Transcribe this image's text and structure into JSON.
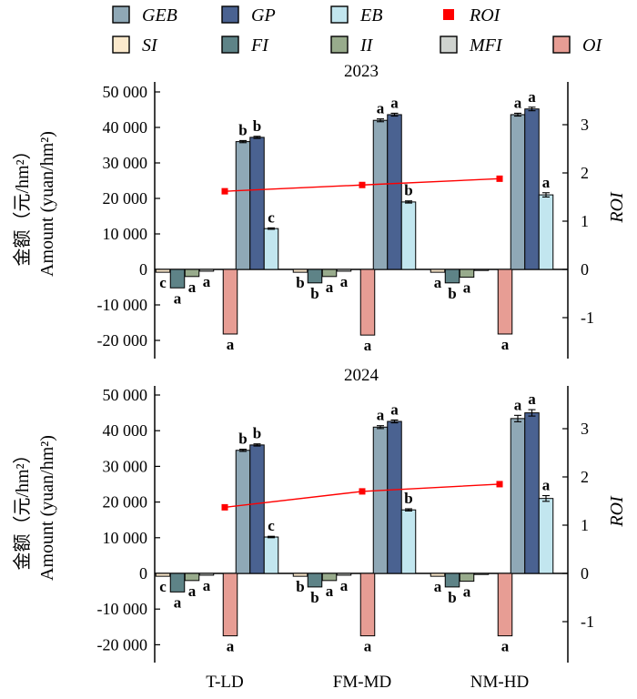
{
  "legend": [
    {
      "key": "GEB",
      "label": "GEB",
      "color": "#8fa8b6",
      "marker": "square"
    },
    {
      "key": "GP",
      "label": "GP",
      "color": "#4a6291",
      "marker": "square"
    },
    {
      "key": "EB",
      "label": "EB",
      "color": "#c2e6ef",
      "marker": "square"
    },
    {
      "key": "ROI",
      "label": "ROI",
      "color": "#ff0000",
      "marker": "point"
    },
    {
      "key": "SI",
      "label": "SI",
      "color": "#fbe9cc",
      "marker": "square"
    },
    {
      "key": "FI",
      "label": "FI",
      "color": "#5e8387",
      "marker": "square"
    },
    {
      "key": "II",
      "label": "II",
      "color": "#98ab8c",
      "marker": "square"
    },
    {
      "key": "MFI",
      "label": "MFI",
      "color": "#cfd3cf",
      "marker": "square"
    },
    {
      "key": "OI",
      "label": "OI",
      "color": "#e79d94",
      "marker": "square"
    }
  ],
  "chart_data": [
    {
      "type": "bar",
      "title": "2023",
      "ylabel_cn": "金额（元/hm²）",
      "ylabel_en": "Amount (yuan/hm²)",
      "y2label": "ROI",
      "ylim": [
        -25000,
        52000
      ],
      "y2lim": [
        -1.85,
        3.85
      ],
      "yticks": [
        -20000,
        -10000,
        0,
        10000,
        20000,
        30000,
        40000,
        50000
      ],
      "yticklabels": [
        "-20 000",
        "-10 000",
        "0",
        "10 000",
        "20 000",
        "30 000",
        "40 000",
        "50 000"
      ],
      "y2ticks": [
        -1,
        0,
        1,
        2,
        3
      ],
      "y2ticklabels": [
        "-1",
        "0",
        "1",
        "2",
        "3"
      ],
      "categories": [
        "T-LD",
        "FM-MD",
        "NM-HD"
      ],
      "series": [
        {
          "name": "SI",
          "values": [
            -800,
            -800,
            -800
          ],
          "letters": [
            "c",
            "b",
            "a"
          ]
        },
        {
          "name": "FI",
          "values": [
            -5200,
            -3800,
            -3800
          ],
          "letters": [
            "a",
            "b",
            "b"
          ]
        },
        {
          "name": "II",
          "values": [
            -2000,
            -2000,
            -2200
          ],
          "letters": [
            "a",
            "a",
            "a"
          ]
        },
        {
          "name": "MFI",
          "values": [
            -500,
            -500,
            -300
          ],
          "letters": [
            "a",
            "a",
            ""
          ]
        },
        {
          "name": "OI",
          "values": [
            -18200,
            -18500,
            -18200
          ],
          "letters": [
            "a",
            "a",
            "a"
          ]
        },
        {
          "name": "GEB",
          "values": [
            36000,
            42000,
            43600
          ],
          "letters": [
            "b",
            "a",
            "a"
          ],
          "error": [
            300,
            400,
            400
          ]
        },
        {
          "name": "GP",
          "values": [
            37200,
            43600,
            45200
          ],
          "letters": [
            "b",
            "a",
            "a"
          ],
          "error": [
            300,
            400,
            500
          ]
        },
        {
          "name": "EB",
          "values": [
            11500,
            19000,
            21000
          ],
          "letters": [
            "c",
            "b",
            "a"
          ],
          "error": [
            200,
            300,
            600
          ]
        }
      ],
      "line": {
        "name": "ROI",
        "values": [
          1.62,
          1.75,
          1.88
        ]
      }
    },
    {
      "type": "bar",
      "title": "2024",
      "ylabel_cn": "金额（元/hm²）",
      "ylabel_en": "Amount (yuan/hm²)",
      "y2label": "ROI",
      "ylim": [
        -25000,
        52000
      ],
      "y2lim": [
        -1.85,
        3.85
      ],
      "yticks": [
        -20000,
        -10000,
        0,
        10000,
        20000,
        30000,
        40000,
        50000
      ],
      "yticklabels": [
        "-20 000",
        "-10 000",
        "0",
        "10 000",
        "20 000",
        "30 000",
        "40 000",
        "50 000"
      ],
      "y2ticks": [
        -1,
        0,
        1,
        2,
        3
      ],
      "y2ticklabels": [
        "-1",
        "0",
        "1",
        "2",
        "3"
      ],
      "categories": [
        "T-LD",
        "FM-MD",
        "NM-HD"
      ],
      "series": [
        {
          "name": "SI",
          "values": [
            -800,
            -800,
            -800
          ],
          "letters": [
            "c",
            "b",
            "a"
          ]
        },
        {
          "name": "FI",
          "values": [
            -5200,
            -3800,
            -3800
          ],
          "letters": [
            "a",
            "b",
            "b"
          ]
        },
        {
          "name": "II",
          "values": [
            -2000,
            -2000,
            -2200
          ],
          "letters": [
            "a",
            "a",
            "a"
          ]
        },
        {
          "name": "MFI",
          "values": [
            -500,
            -500,
            -300
          ],
          "letters": [
            "a",
            "a",
            ""
          ]
        },
        {
          "name": "OI",
          "values": [
            -17500,
            -17500,
            -17500
          ],
          "letters": [
            "a",
            "a",
            "a"
          ]
        },
        {
          "name": "GEB",
          "values": [
            34500,
            41000,
            43400
          ],
          "letters": [
            "b",
            "a",
            "a"
          ],
          "error": [
            300,
            400,
            900
          ]
        },
        {
          "name": "GP",
          "values": [
            36000,
            42600,
            45000
          ],
          "letters": [
            "b",
            "a",
            "a"
          ],
          "error": [
            300,
            400,
            900
          ]
        },
        {
          "name": "EB",
          "values": [
            10200,
            17800,
            21000
          ],
          "letters": [
            "c",
            "b",
            "a"
          ],
          "error": [
            200,
            300,
            800
          ]
        }
      ],
      "line": {
        "name": "ROI",
        "values": [
          1.37,
          1.7,
          1.85
        ]
      }
    }
  ]
}
